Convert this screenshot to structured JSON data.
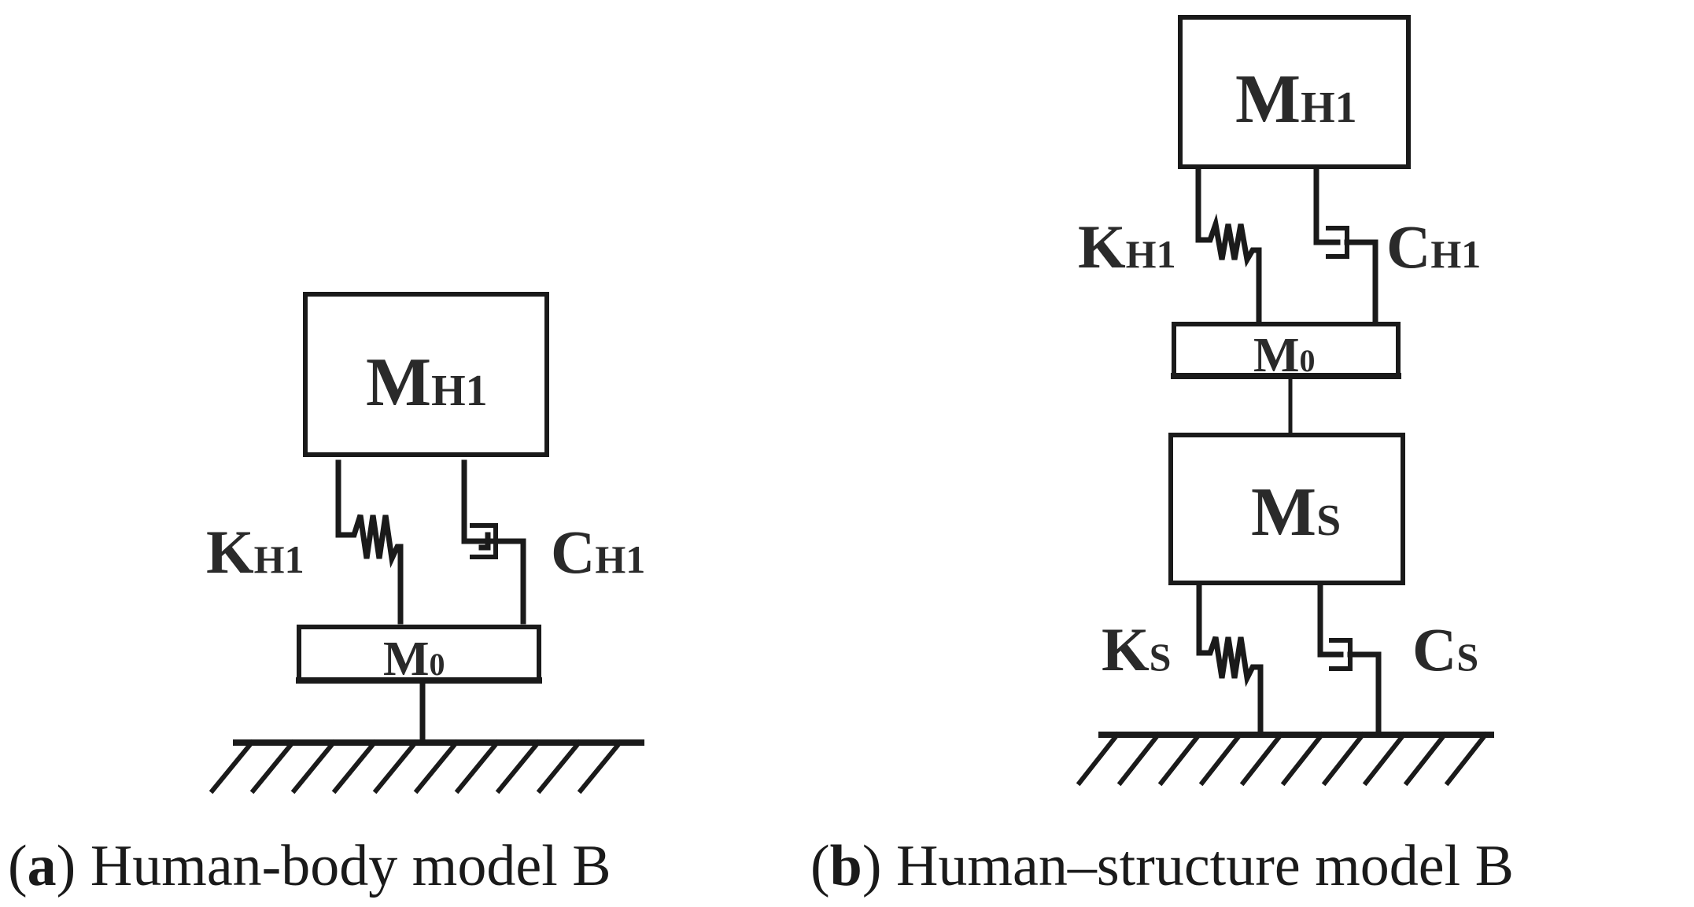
{
  "panel_a": {
    "mass_top": {
      "main": "M",
      "sub": "H1"
    },
    "mass_base": {
      "main": "M",
      "sub": "0"
    },
    "spring": {
      "main": "K",
      "sub": "H1"
    },
    "damper": {
      "main": "C",
      "sub": "H1"
    },
    "caption": {
      "open": "(",
      "letter": "a",
      "close": ")",
      "text": " Human-body model B"
    }
  },
  "panel_b": {
    "mass_top": {
      "main": "M",
      "sub": "H1"
    },
    "mass_mid": {
      "main": "M",
      "sub": "0"
    },
    "mass_struct": {
      "main": "M",
      "sub": "S"
    },
    "spring_top": {
      "main": "K",
      "sub": "H1"
    },
    "damper_top": {
      "main": "C",
      "sub": "H1"
    },
    "spring_bottom": {
      "main": "K",
      "sub": "S"
    },
    "damper_bottom": {
      "main": "C",
      "sub": "S"
    },
    "caption": {
      "open": "(",
      "letter": "b",
      "close": ")",
      "text": " Human–structure model B"
    }
  }
}
